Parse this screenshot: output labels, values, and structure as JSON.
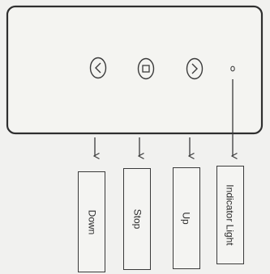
{
  "labels": {
    "down": "Down",
    "stop": "Stop",
    "up": "Up",
    "indicator": "Indicator Light"
  },
  "colors": {
    "panel_fill": "#f4f4f1",
    "outline": "#2f2f2f",
    "background": "#f1f1ef"
  },
  "icons": [
    "chevron-left-icon",
    "stop-square-icon",
    "chevron-right-icon",
    "indicator-light-icon"
  ]
}
